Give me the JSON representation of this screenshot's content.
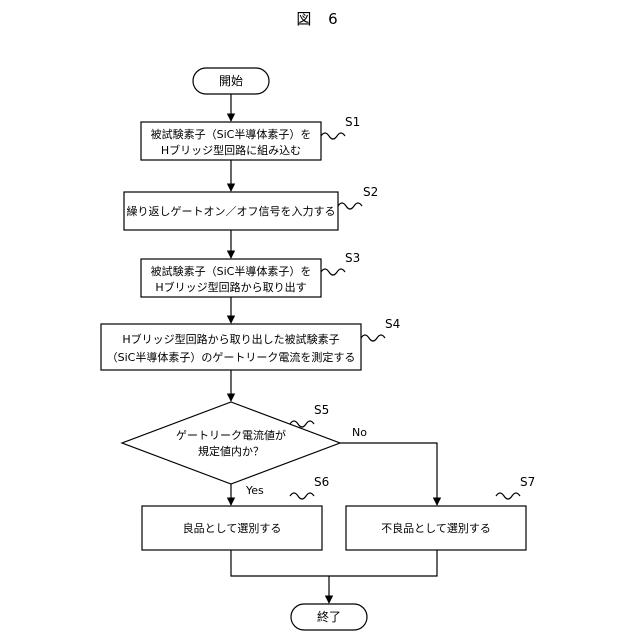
{
  "figure": {
    "title": "図 6"
  },
  "nodes": {
    "start": {
      "text": "開始"
    },
    "s1": {
      "lines": [
        "被試験素子（SiC半導体素子）を",
        "Hブリッジ型回路に組み込む"
      ],
      "label": "S1"
    },
    "s2": {
      "lines": [
        "繰り返しゲートオン／オフ信号を入力する"
      ],
      "label": "S2"
    },
    "s3": {
      "lines": [
        "被試験素子（SiC半導体素子）を",
        "Hブリッジ型回路から取り出す"
      ],
      "label": "S3"
    },
    "s4": {
      "lines": [
        "Hブリッジ型回路から取り出した被試験素子",
        "（SiC半導体素子）のゲートリーク電流を測定する"
      ],
      "label": "S4"
    },
    "s5": {
      "lines": [
        "ゲートリーク電流値が",
        "規定値内か？"
      ],
      "label": "S5"
    },
    "s6": {
      "lines": [
        "良品として選別する"
      ],
      "label": "S6"
    },
    "s7": {
      "lines": [
        "不良品として選別する"
      ],
      "label": "S7"
    },
    "end": {
      "text": "終了"
    }
  },
  "branches": {
    "yes": "Yes",
    "no": "No"
  }
}
